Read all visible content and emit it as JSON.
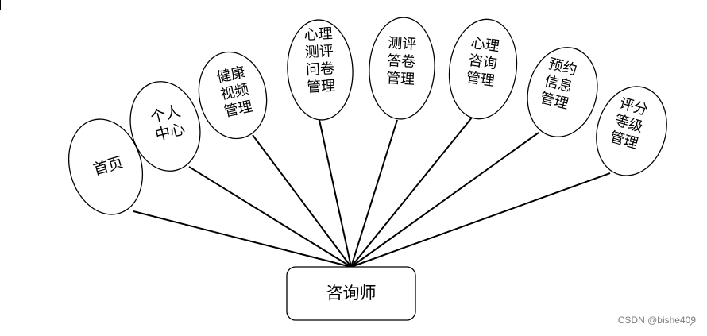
{
  "diagram": {
    "root": {
      "label": "咨询师"
    },
    "modules": [
      {
        "lines": [
          "首页"
        ]
      },
      {
        "lines": [
          "个人",
          "中心"
        ]
      },
      {
        "lines": [
          "健康",
          "视频",
          "管理"
        ]
      },
      {
        "lines": [
          "心理",
          "测评",
          "问卷",
          "管理"
        ]
      },
      {
        "lines": [
          "测评",
          "答卷",
          "管理"
        ]
      },
      {
        "lines": [
          "心理",
          "咨询",
          "管理"
        ]
      },
      {
        "lines": [
          "预约",
          "信息",
          "管理"
        ]
      },
      {
        "lines": [
          "评分",
          "等级",
          "管理"
        ]
      }
    ]
  },
  "watermark": "CSDN @bishe409",
  "colors": {
    "stroke": "#000000",
    "fill": "#ffffff",
    "watermark": "#7a7a7a"
  }
}
